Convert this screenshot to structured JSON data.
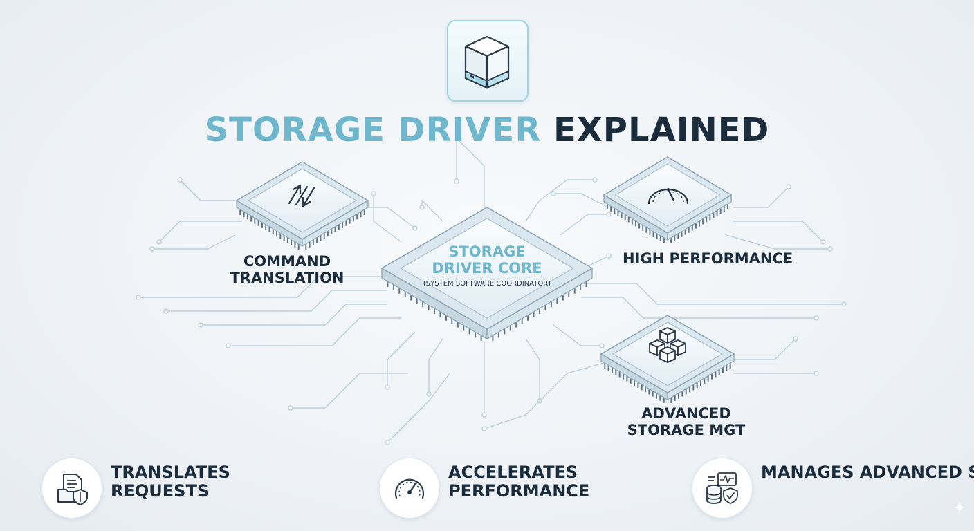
{
  "title": {
    "part1": "STORAGE DRIVER",
    "part2": " EXPLAINED"
  },
  "core": {
    "title": "STORAGE DRIVER CORE",
    "subtitle": "(SYSTEM SOFTWARE COORDINATOR)"
  },
  "chips": {
    "command": "COMMAND TRANSLATION",
    "performance": "HIGH PERFORMANCE",
    "storage": "ADVANCED STORAGE MGT"
  },
  "features": [
    {
      "label": "TRANSLATES REQUESTS",
      "icon": "document-shield-icon"
    },
    {
      "label": "ACCELERATES PERFORMANCE",
      "icon": "speedometer-icon"
    },
    {
      "label": "MANAGES ADVANCED STORAGE",
      "icon": "database-shield-icon"
    }
  ],
  "colors": {
    "accent": "#6fb7cd",
    "dark": "#1b2c3c",
    "trace": "#bcd0dc",
    "chip": "#dbe8f0"
  }
}
